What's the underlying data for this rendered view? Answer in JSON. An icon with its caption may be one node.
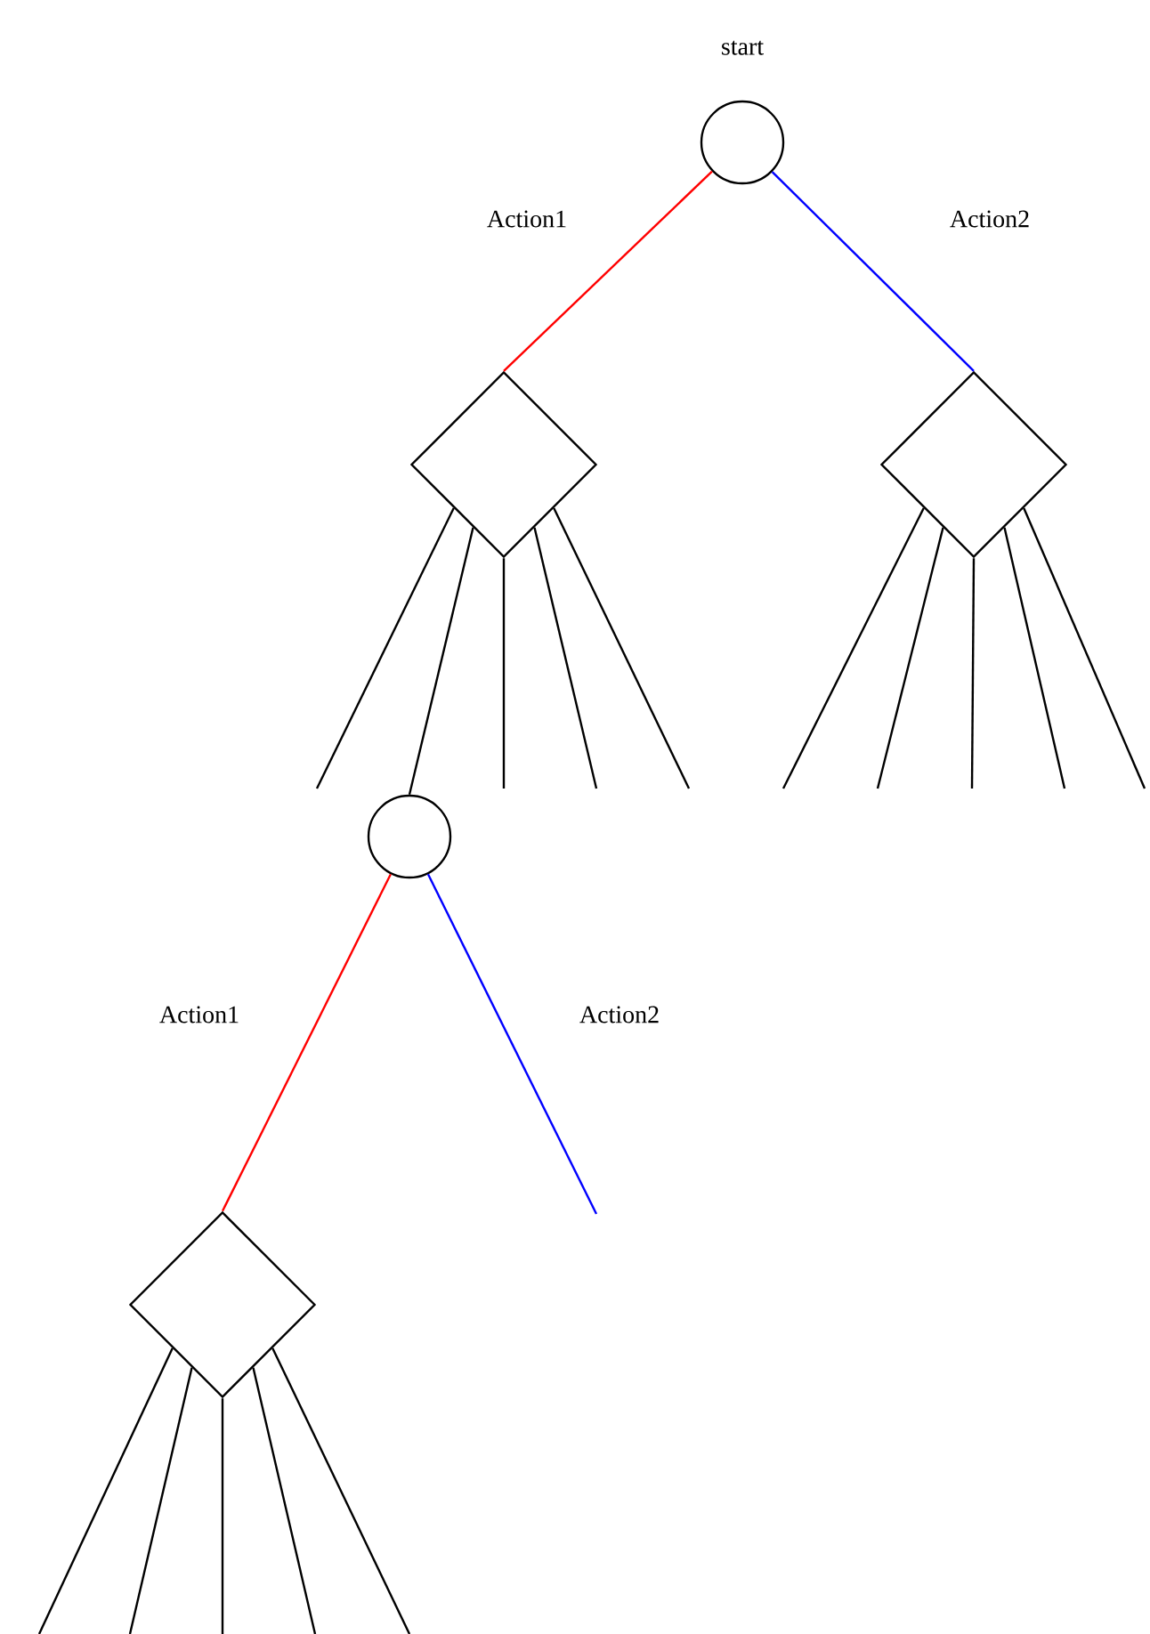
{
  "diagram": {
    "nodes": [
      {
        "text": [
          "start"
        ]
      },
      {
        "text": [],
        "shape": "diamond"
      },
      {
        "text": [],
        "shape": "diamond"
      },
      {
        "text": [],
        "shape": "circle"
      },
      {
        "text": [],
        "shape": "diamond"
      }
    ],
    "edges": [
      {
        "from": 0,
        "to": 1,
        "arrow": "none",
        "label": "Action1",
        "color": "#ff0000"
      },
      {
        "from": 0,
        "to": 2,
        "arrow": "none",
        "label": "Action2",
        "color": "#0000ff"
      },
      {
        "from": 1,
        "to": null,
        "arrow": "none"
      },
      {
        "from": 1,
        "to": 3,
        "arrow": "none"
      },
      {
        "from": 1,
        "to": null,
        "arrow": "none"
      },
      {
        "from": 1,
        "to": null,
        "arrow": "none"
      },
      {
        "from": 1,
        "to": null,
        "arrow": "none"
      },
      {
        "from": 2,
        "to": null,
        "arrow": "none"
      },
      {
        "from": 2,
        "to": null,
        "arrow": "none"
      },
      {
        "from": 2,
        "to": null,
        "arrow": "none"
      },
      {
        "from": 2,
        "to": null,
        "arrow": "none"
      },
      {
        "from": 2,
        "to": null,
        "arrow": "none"
      },
      {
        "from": 3,
        "to": 4,
        "arrow": "none",
        "label": "Action1",
        "color": "#ff0000"
      },
      {
        "from": 3,
        "to": null,
        "arrow": "none",
        "label": "Action2",
        "color": "#0000ff"
      },
      {
        "from": 4,
        "to": null,
        "arrow": "none"
      },
      {
        "from": 4,
        "to": null,
        "arrow": "none"
      },
      {
        "from": 4,
        "to": null,
        "arrow": "none"
      },
      {
        "from": 4,
        "to": null,
        "arrow": "none"
      },
      {
        "from": 4,
        "to": null,
        "arrow": "none"
      }
    ]
  }
}
